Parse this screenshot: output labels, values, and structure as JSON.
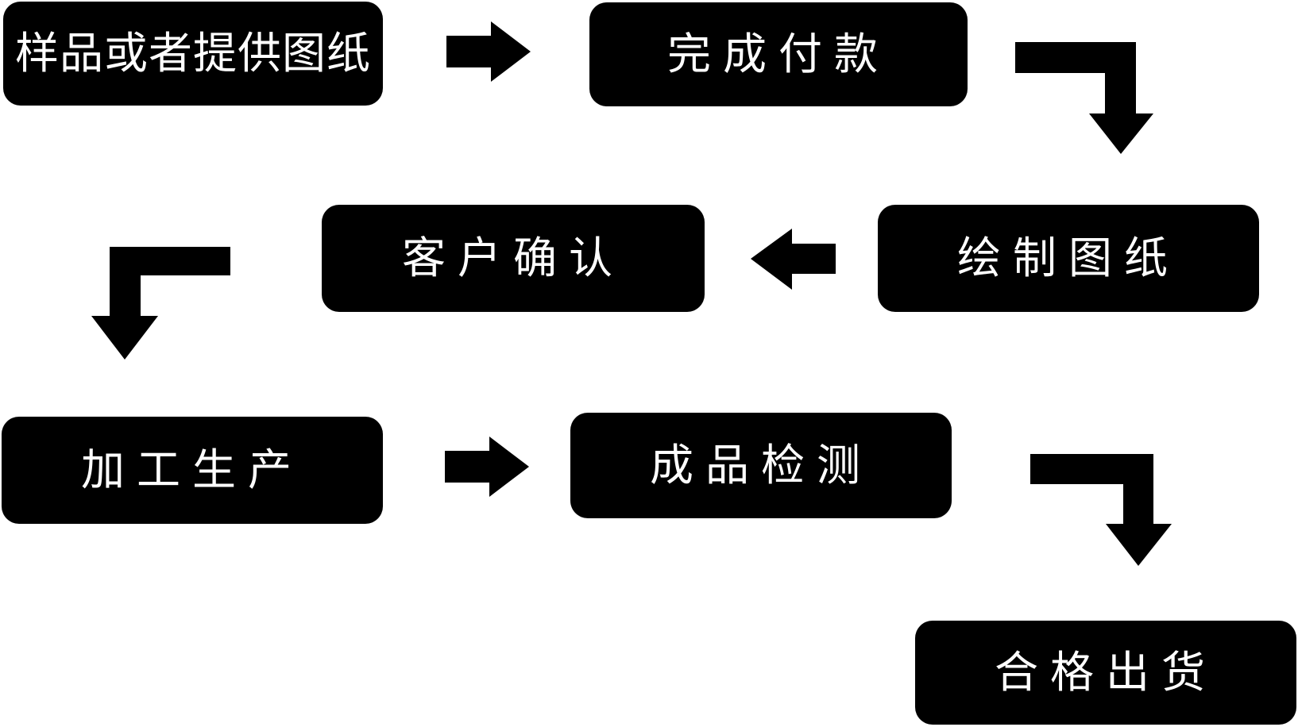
{
  "diagram": {
    "type": "flowchart",
    "background_color": "#ffffff",
    "node_color": "#000000",
    "text_color": "#ffffff",
    "nodes": [
      {
        "id": "sample-or-drawings",
        "label": "样品或者提供图纸"
      },
      {
        "id": "complete-payment",
        "label": "完成付款"
      },
      {
        "id": "draw-drawings",
        "label": "绘制图纸"
      },
      {
        "id": "customer-confirmation",
        "label": "客户确认"
      },
      {
        "id": "processing-production",
        "label": "加工生产"
      },
      {
        "id": "product-inspection",
        "label": "成品检测"
      },
      {
        "id": "qualified-shipment",
        "label": "合格出货"
      }
    ],
    "flow_order": [
      "样品或者提供图纸",
      "完成付款",
      "绘制图纸",
      "客户确认",
      "加工生产",
      "成品检测",
      "合格出货"
    ],
    "arrows": [
      {
        "name": "arrow-right-icon",
        "from": "样品或者提供图纸",
        "to": "完成付款"
      },
      {
        "name": "arrow-elbow-right-down-icon",
        "from": "完成付款",
        "to": "绘制图纸"
      },
      {
        "name": "arrow-left-icon",
        "from": "绘制图纸",
        "to": "客户确认"
      },
      {
        "name": "arrow-elbow-left-down-icon",
        "from": "客户确认",
        "to": "加工生产"
      },
      {
        "name": "arrow-right-icon",
        "from": "加工生产",
        "to": "成品检测"
      },
      {
        "name": "arrow-elbow-right-down-icon",
        "from": "成品检测",
        "to": "合格出货"
      }
    ]
  }
}
